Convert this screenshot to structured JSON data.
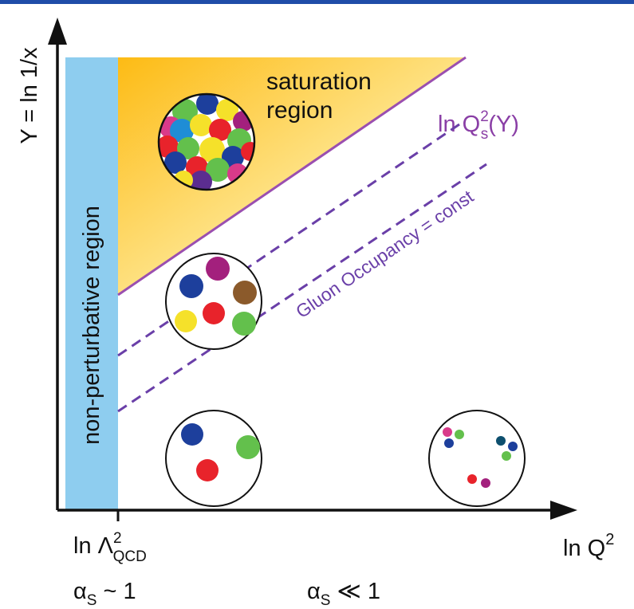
{
  "axes": {
    "y_label": "Y = ln 1/x",
    "x_label_main": "ln Q",
    "x_label_sup": "2",
    "x_tick_main": "ln Λ",
    "x_tick_sup": "2",
    "x_tick_sub": "QCD"
  },
  "regions": {
    "non_perturbative": "non-perturbative region",
    "saturation_line1": "saturation",
    "saturation_line2": "region"
  },
  "lines": {
    "saturation_scale_prefix": "ln Q",
    "saturation_scale_sup": "2",
    "saturation_scale_sub": "s",
    "saturation_scale_suffix": "(Y)",
    "occupancy": "Gluon Occupancy = const"
  },
  "coupling": {
    "strong_alpha": "α",
    "strong_sub": "S",
    "strong_rel": " ~ 1",
    "weak_alpha": "α",
    "weak_sub": "S",
    "weak_rel": " ≪ 1"
  },
  "colors": {
    "nonperturbative_fill": "#8ecdef",
    "saturation_gradient_start": "#fdbb14",
    "saturation_gradient_end": "#fffde8",
    "boundary_line": "#9a4fb0",
    "dashed_line": "#6a3fa8",
    "label_purple": "#8a3fa6",
    "frame_blue": "#1f4da8"
  },
  "gluon_colors": [
    "#1d3f9c",
    "#e8232b",
    "#f5e12a",
    "#63c04c",
    "#a3207d",
    "#8b5a2b",
    "#1f8dd6",
    "#5b2d90",
    "#d93a8a",
    "#0d4f6e"
  ]
}
